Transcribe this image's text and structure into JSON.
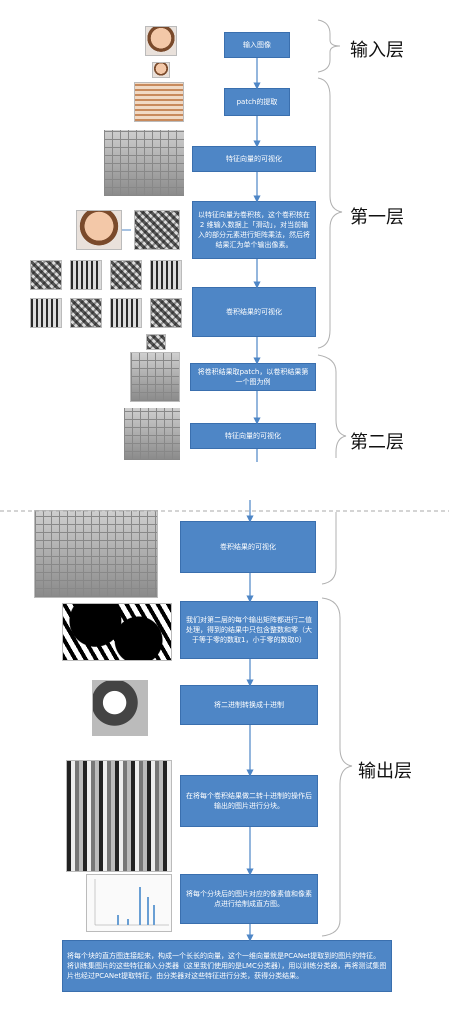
{
  "layers": {
    "input": "输入层",
    "first": "第一层",
    "second": "第二层",
    "output": "输出层"
  },
  "steps": [
    {
      "id": "input-image",
      "text": "输入图像"
    },
    {
      "id": "patch-extract",
      "text": "patch的提取"
    },
    {
      "id": "vis-feature-vec-1",
      "text": "特征向量的可视化"
    },
    {
      "id": "conv-explain",
      "text": "以特征向量为卷积核，这个卷积核在 2 维输入数据上「滑动」，对当前输入的部分元素进行矩阵乘法，然后将结果汇为单个输出像素。"
    },
    {
      "id": "vis-conv-1",
      "text": "卷积结果的可视化"
    },
    {
      "id": "patch-from-conv",
      "text": "将卷积结果取patch，以卷积结果第一个图为例"
    },
    {
      "id": "vis-feature-vec-2",
      "text": "特征向量的可视化"
    },
    {
      "id": "vis-conv-2",
      "text": "卷积结果的可视化"
    },
    {
      "id": "binarize",
      "text": "我们对第二层的每个输出矩阵都进行二值处理，得到的结果中只包含整数和零（大于等于零的数取1，小于零的数取0）"
    },
    {
      "id": "bin-to-dec",
      "text": "将二进制转换成十进制"
    },
    {
      "id": "blocking",
      "text": "在将每个卷积结果做二转十进制的操作后输出的图片进行分块。"
    },
    {
      "id": "histogram",
      "text": "将每个分块后的图片对应的像素值和像素点进行绘制成直方图。"
    }
  ],
  "final_text": "将每个块的直方图连接起来，构成一个长长的向量，这个一维向量就是PCANet提取到的图片的特征。将训练集图片的这些特征输入分类器（这里我们使用的是LMC分类器），用以训练分类器，再将测试集图片也经过PCANet提取特征，由分类器对这些特征进行分类，获得分类结果。",
  "colors": {
    "box": "#4e86c6",
    "arrow": "#4e86c6",
    "bracket": "#b0b0b0"
  }
}
